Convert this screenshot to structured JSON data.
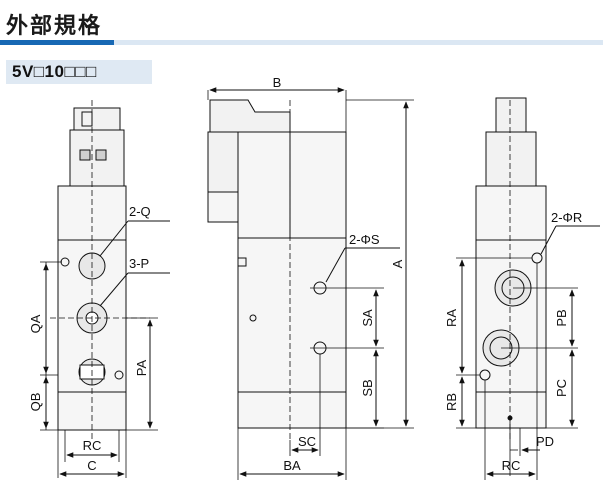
{
  "header": {
    "title": "外部規格",
    "model": "5V□10□□□",
    "accent_color": "#1768b4",
    "rule_color": "#dbe7f3"
  },
  "labels": {
    "front": {
      "ports_2q": "2-Q",
      "ports_3p": "3-P",
      "qa": "QA",
      "qb": "QB",
      "pa": "PA",
      "rc": "RC",
      "c": "C"
    },
    "side": {
      "b": "B",
      "a": "A",
      "holes_2s": "2-ΦS",
      "sa": "SA",
      "sb": "SB",
      "sc": "SC",
      "ba": "BA"
    },
    "right": {
      "holes_2r": "2-ΦR",
      "ra": "RA",
      "rb": "RB",
      "pb": "PB",
      "pc": "PC",
      "pd": "PD",
      "rc": "RC"
    }
  }
}
